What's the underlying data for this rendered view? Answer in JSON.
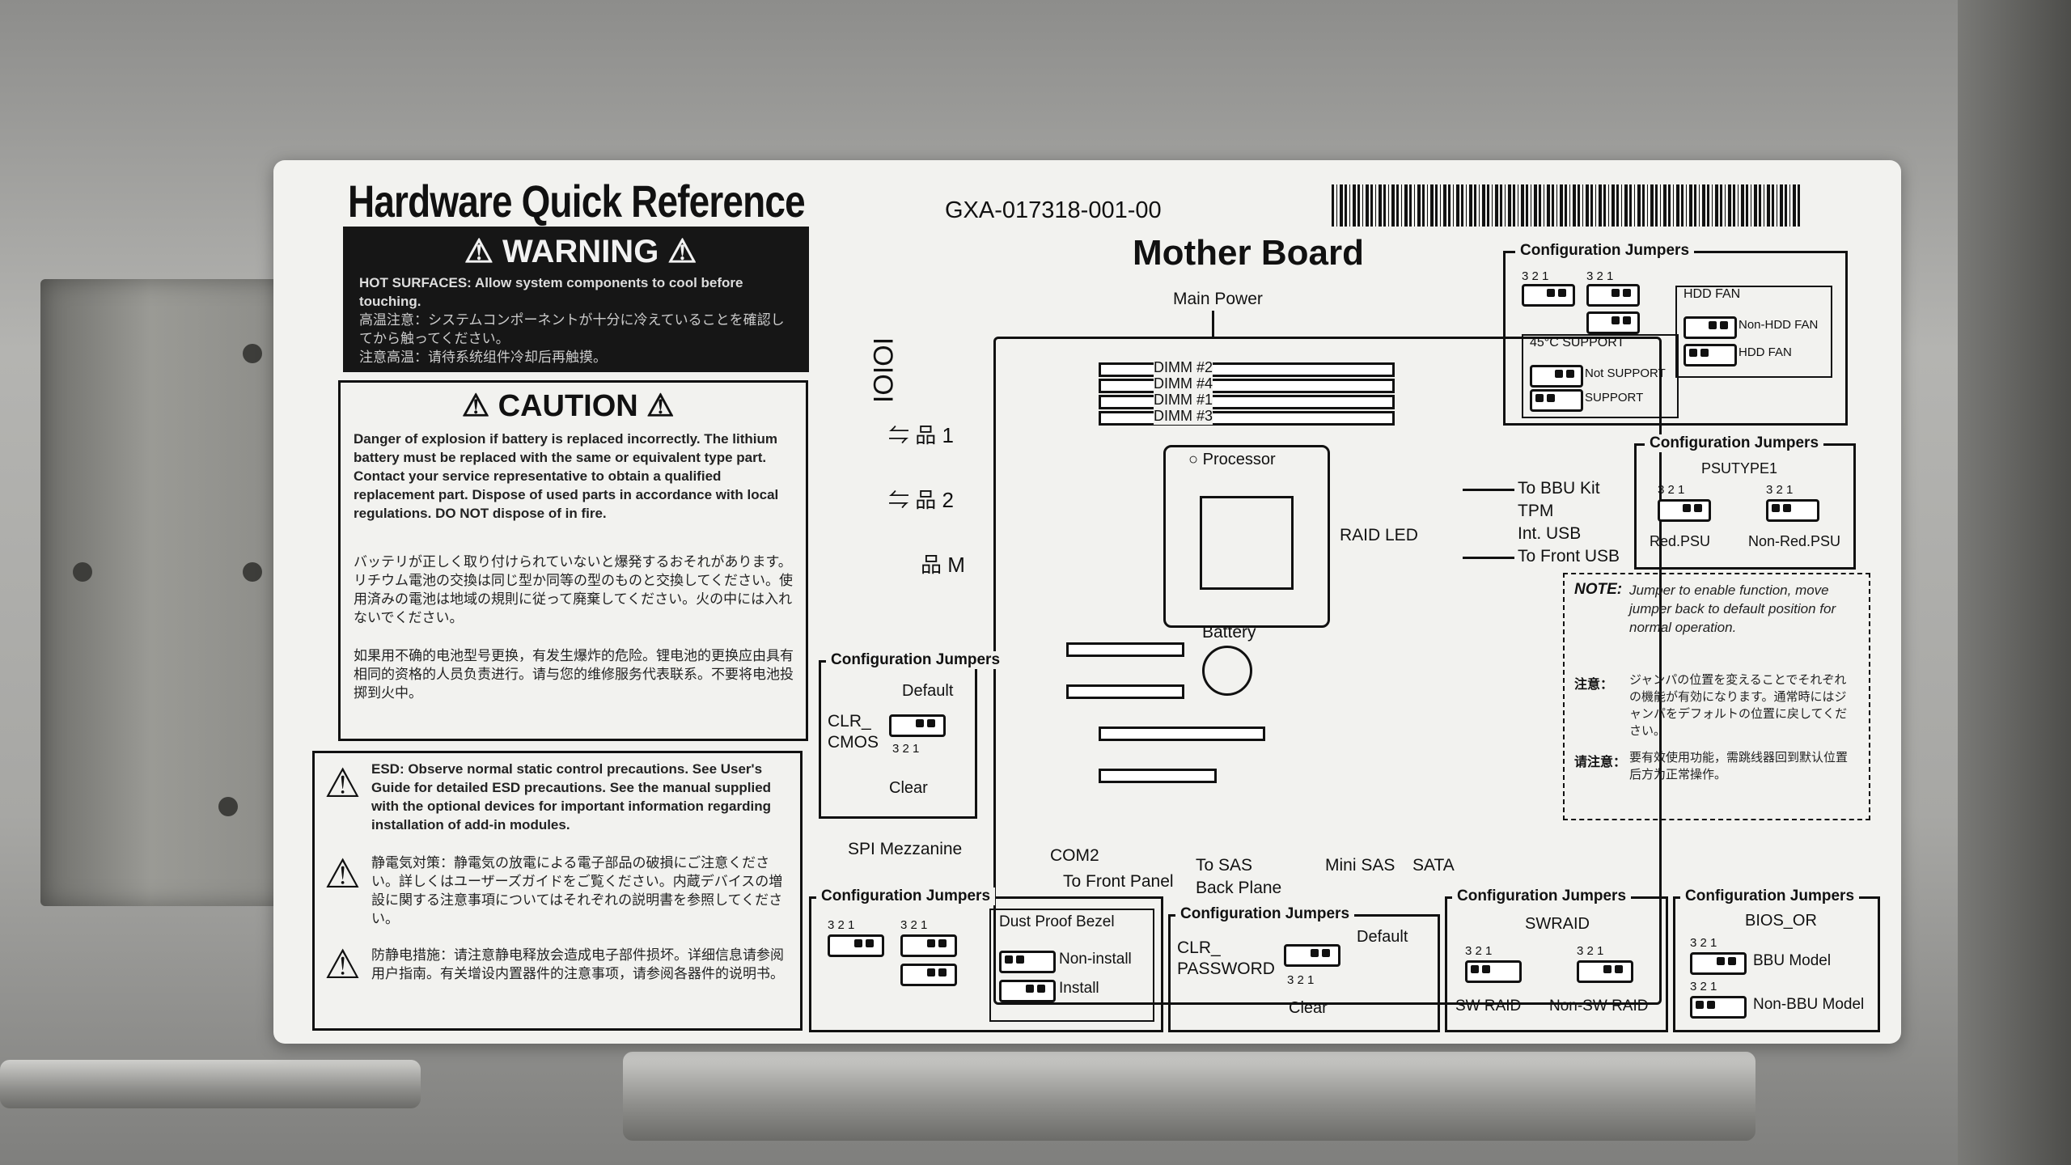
{
  "label": {
    "title": "Hardware Quick Reference",
    "part_number": "GXA-017318-001-00",
    "board_title": "Mother Board",
    "warning": {
      "heading": "WARNING",
      "en": "HOT SURFACES: Allow system components to cool before touching.",
      "jp": "高温注意：システムコンポーネントが十分に冷えていることを確認してから触ってください。",
      "cn": "注意高温：请待系统组件冷却后再触摸。"
    },
    "caution": {
      "heading": "CAUTION",
      "en": "Danger of explosion if battery is replaced incorrectly. The lithium battery must be replaced with the same or equivalent type part. Contact your service representative to obtain a qualified replacement part. Dispose of used parts in accordance with local regulations. DO NOT dispose of in fire.",
      "jp": "バッテリが正しく取り付けられていないと爆発するおそれがあります。リチウム電池の交換は同じ型か同等の型のものと交換してください。使用済みの電池は地域の規則に従って廃棄してください。火の中には入れないでください。",
      "cn": "如果用不确的电池型号更换，有发生爆炸的危险。锂电池的更换应由具有相同的资格的人员负责进行。请与您的维修服务代表联系。不要将电池投掷到火中。"
    },
    "esd": {
      "en": "ESD: Observe normal static control precautions. See User's Guide for detailed ESD precautions. See the manual supplied with the optional devices for important information regarding installation of add-in modules.",
      "jp": "静電気対策：静電気の放電による電子部品の破損にご注意ください。詳しくはユーザーズガイドをご覧ください。内蔵デバイスの増設に関する注意事項についてはそれぞれの説明書を参照してください。",
      "cn": "防静电措施：请注意静电释放会造成电子部件损坏。详细信息请参阅用户指南。有关增设内置器件的注意事项，请参阅各器件的说明书。"
    },
    "main_power": "Main Power",
    "dimms": [
      "DIMM #2",
      "DIMM #4",
      "DIMM #1",
      "DIMM #3"
    ],
    "processor": "Processor",
    "raid_led": "RAID LED",
    "battery": "Battery",
    "to_bbu_kit": "To BBU Kit",
    "tpm": "TPM",
    "int_usb": "Int. USB",
    "to_front_usb": "To Front USB",
    "io_ports": [
      "IOIOI",
      "1",
      "2",
      "M"
    ],
    "spi_mezzanine": "SPI Mezzanine",
    "com2": "COM2",
    "to_front_panel": "To Front Panel",
    "to_sas_back_plane": "To SAS\nBack Plane",
    "mini_sas": "Mini SAS",
    "sata": "SATA",
    "pin_numbers": "3 2 1",
    "jumpers_top": {
      "caption": "Configuration Jumpers",
      "hdd_fan": "HDD FAN",
      "non_hdd_fan": "Non-HDD FAN",
      "hdd_fan_opt": "HDD FAN",
      "support_45c": "45°C SUPPORT",
      "not_support": "Not SUPPORT",
      "support": "SUPPORT"
    },
    "jumpers_psu": {
      "caption": "Configuration Jumpers",
      "name": "PSUTYPE1",
      "red_psu": "Red.PSU",
      "non_red_psu": "Non-Red.PSU"
    },
    "note": {
      "heading": "NOTE:",
      "en": "Jumper to enable function, move jumper back to default position for normal operation.",
      "jp_label": "注意：",
      "jp": "ジャンパの位置を変えることでそれぞれの機能が有効になります。通常時にはジャンパをデフォルトの位置に戻してください。",
      "cn_label": "请注意：",
      "cn": "要有效使用功能，需跳线器回到默认位置后方为正常操作。"
    },
    "jumpers_cmos": {
      "caption": "Configuration Jumpers",
      "default": "Default",
      "name": "CLR_\nCMOS",
      "clear": "Clear"
    },
    "jumpers_bezel": {
      "caption": "Configuration Jumpers",
      "name": "Dust Proof Bezel",
      "non_install": "Non-install",
      "install": "Install"
    },
    "jumpers_password": {
      "caption": "Configuration Jumpers",
      "name": "CLR_\nPASSWORD",
      "default": "Default",
      "clear": "Clear"
    },
    "jumpers_swraid": {
      "caption": "Configuration Jumpers",
      "name": "SWRAID",
      "sw_raid": "SW RAID",
      "non_sw_raid": "Non-SW RAID"
    },
    "jumpers_bios": {
      "caption": "Configuration Jumpers",
      "name": "BIOS_OR",
      "bbu_model": "BBU Model",
      "non_bbu_model": "Non-BBU Model"
    }
  },
  "colors": {
    "label_bg": "#f2f2ef",
    "ink": "#111111",
    "chassis": "#a7a7a4"
  }
}
